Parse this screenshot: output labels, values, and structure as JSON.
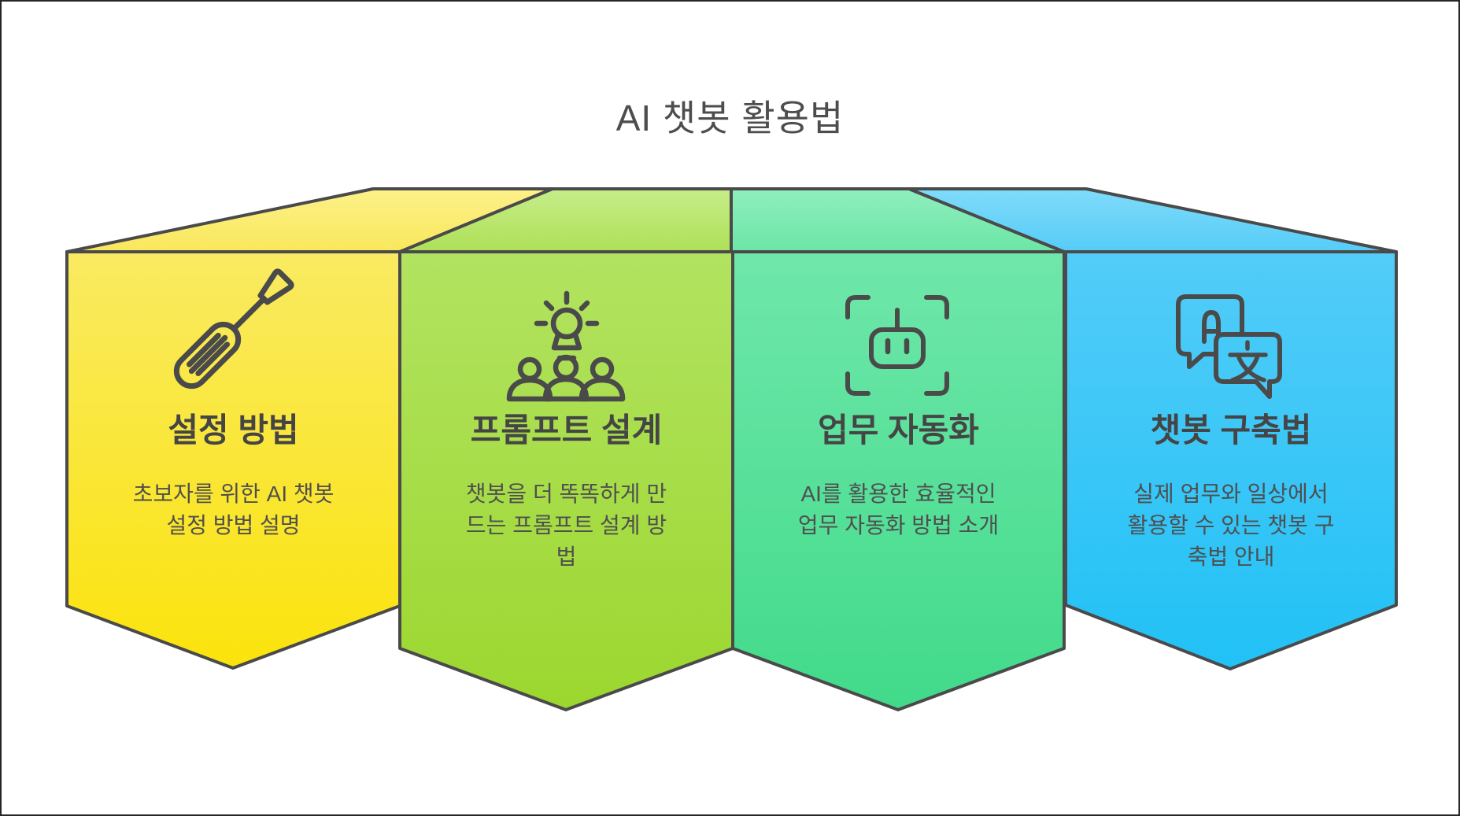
{
  "title": "AI 챗봇 활용법",
  "stroke_color": "#4a4a4a",
  "title_color": "#4d4d4d",
  "banners": [
    {
      "id": "setup",
      "title": "설정 방법",
      "description_lines": [
        "초보자를 위한 AI 챗봇",
        "설정 방법 설명"
      ],
      "icon": "screwdriver-icon",
      "colors": {
        "body_top": "#f9ea62",
        "body_bottom": "#fbe30c",
        "roof_top": "#fdf189",
        "roof_bottom": "#f9e75c"
      }
    },
    {
      "id": "prompt-design",
      "title": "프롬프트 설계",
      "description_lines": [
        "챗봇을 더 똑똑하게 만",
        "드는 프롬프트 설계 방",
        "법"
      ],
      "icon": "lightbulb-team-icon",
      "colors": {
        "body_top": "#b2e361",
        "body_bottom": "#9cd72f",
        "roof_top": "#c6ed89",
        "roof_bottom": "#aee057"
      }
    },
    {
      "id": "automation",
      "title": "업무 자동화",
      "description_lines": [
        "AI를 활용한 효율적인",
        "업무 자동화 방법 소개"
      ],
      "icon": "robot-scan-icon",
      "colors": {
        "body_top": "#6fe7aa",
        "body_bottom": "#41da8a",
        "roof_top": "#8feebe",
        "roof_bottom": "#6ce6a6"
      }
    },
    {
      "id": "chatbot-build",
      "title": "챗봇 구축법",
      "description_lines": [
        "실제 업무와 일상에서",
        "활용할 수 있는 챗봇 구",
        "축법 안내"
      ],
      "icon": "translation-chat-icon",
      "colors": {
        "body_top": "#53ccf8",
        "body_bottom": "#21c1f6",
        "roof_top": "#80dbfa",
        "roof_bottom": "#55ccf7"
      }
    }
  ]
}
